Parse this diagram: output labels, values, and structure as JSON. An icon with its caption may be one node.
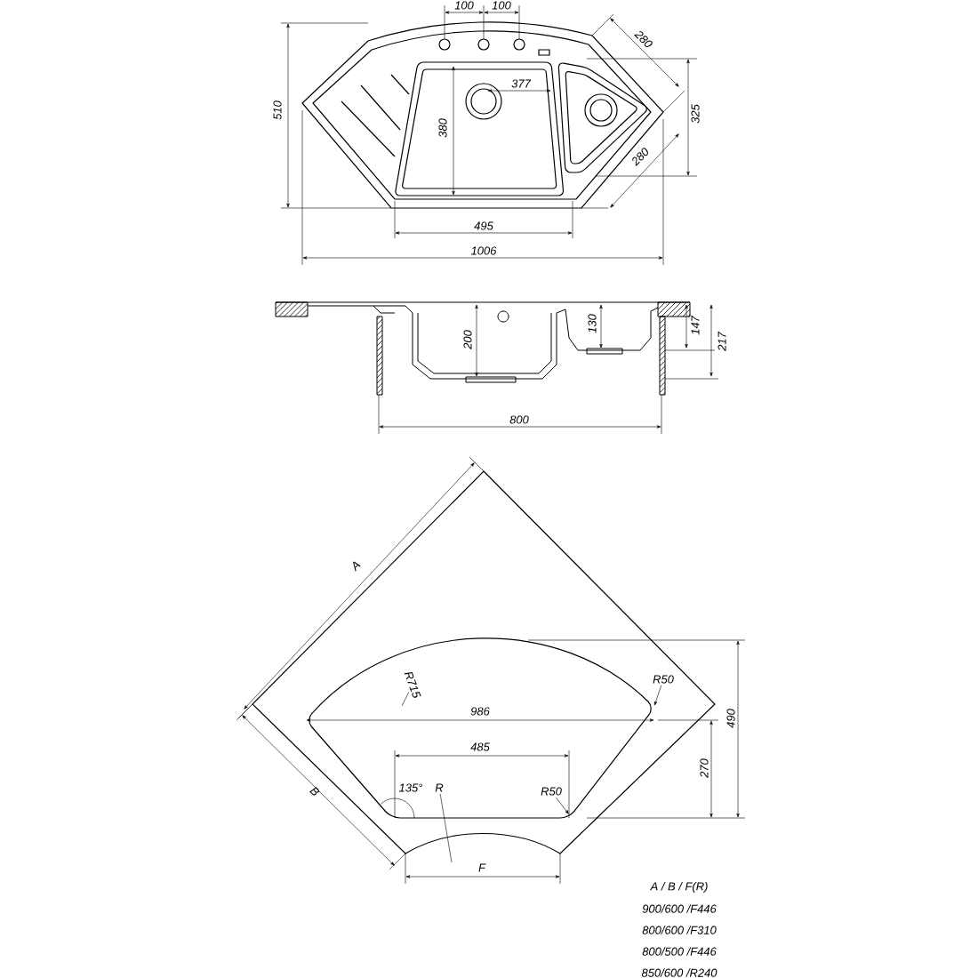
{
  "diagram": {
    "nodes": [
      {
        "text": [
          "R715"
        ]
      },
      {
        "text": [
          "R50"
        ]
      },
      {
        "text": [
          "R"
        ]
      },
      {
        "text": [
          "R50"
        ]
      }
    ],
    "edges": [
      {
        "from": 0,
        "to": null,
        "arrow": "none"
      },
      {
        "from": 1,
        "to": null,
        "arrow": "to"
      },
      {
        "from": 2,
        "to": null,
        "arrow": "none"
      },
      {
        "from": 3,
        "to": null,
        "arrow": "to"
      }
    ],
    "labels": [
      "100",
      "100",
      "280",
      "377",
      "510",
      "380",
      "325",
      "280",
      "495",
      "1006",
      "200",
      "130",
      "147",
      "217",
      "800",
      "A",
      "986",
      "490",
      "485",
      "270",
      "B",
      "135°",
      "F",
      "A / B / F(R)",
      "900/600 /F446",
      "800/600 /F310",
      "800/500 /F446",
      "850/600 /R240"
    ]
  }
}
